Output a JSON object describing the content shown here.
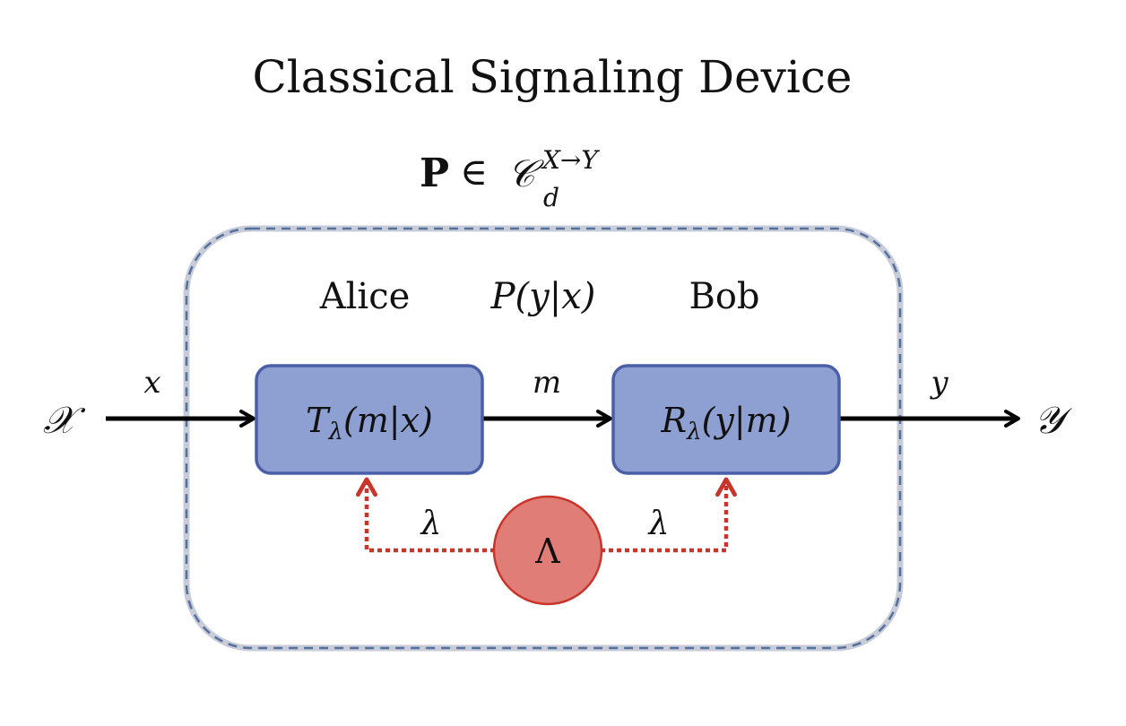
{
  "title": "Classical Signaling Device",
  "formula": {
    "symbol": "P",
    "relation": "∈",
    "set": "𝒞",
    "subscript": "d",
    "superscript": "X→Y"
  },
  "labels": {
    "alice": "Alice",
    "bob": "Bob",
    "channel": "P(y|x)",
    "input_set": "𝒳",
    "output_set": "𝒴",
    "input_var": "x",
    "message_var": "m",
    "output_var": "y",
    "lambda_left": "λ",
    "lambda_right": "λ",
    "shared_source": "Λ"
  },
  "boxes": {
    "encoder": {
      "name": "T",
      "sub": "λ",
      "args": "(m|x)"
    },
    "decoder": {
      "name": "R",
      "sub": "λ",
      "args": "(y|m)"
    }
  },
  "colors": {
    "box_fill": "#8e9fd1",
    "box_stroke": "#4a5fa8",
    "device_border": "#56709e",
    "arrow": "#000000",
    "shared_line": "#c9352b",
    "source_fill": "#e07d76",
    "source_stroke": "#c9352b"
  }
}
